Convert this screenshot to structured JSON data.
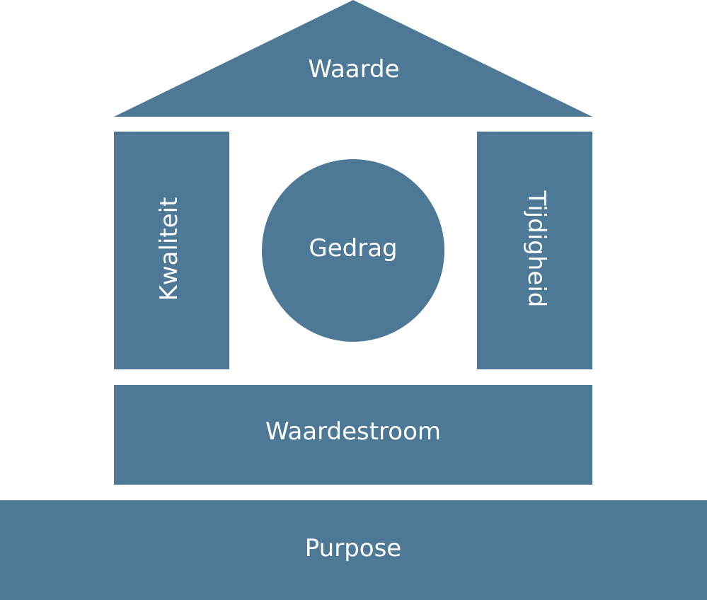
{
  "diagram": {
    "roof_label": "Waarde",
    "left_pillar_label": "Kwaliteit",
    "center_label": "Gedrag",
    "right_pillar_label": "Tijdigheid",
    "base_label": "Waardestroom",
    "foundation_label": "Purpose"
  },
  "colors": {
    "fill": "#4d7896",
    "text": "#ffffff",
    "background": "#ffffff"
  }
}
